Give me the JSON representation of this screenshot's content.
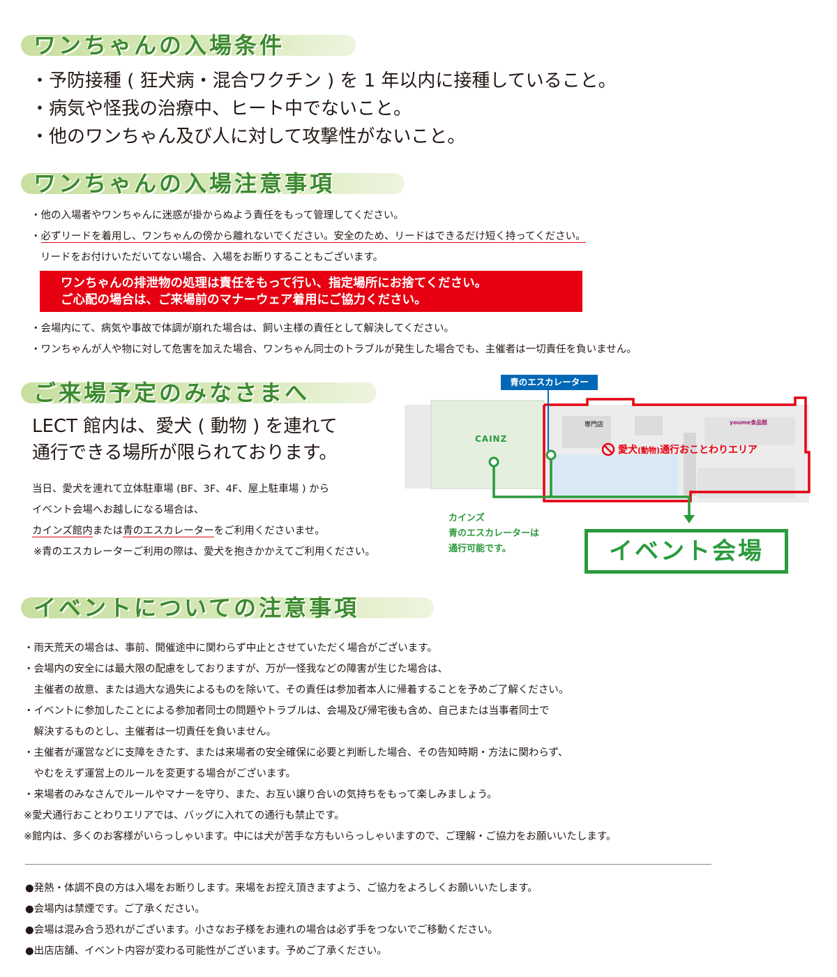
{
  "section1": {
    "heading": "ワンちゃんの入場条件",
    "items": [
      "・予防接種 ( 狂犬病・混合ワクチン ) を 1 年以内に接種していること。",
      "・病気や怪我の治療中、ヒート中でないこと。",
      "・他のワンちゃん及び人に対して攻撃性がないこと。"
    ]
  },
  "section2": {
    "heading": "ワンちゃんの入場注意事項",
    "item1": "・他の入場者やワンちゃんに迷惑が掛からぬよう責任をもって管理してください。",
    "item2_prefix": "・",
    "item2_underlined": "必ずリードを着用し、ワンちゃんの傍から離れないでください。安全のため、リードはできるだけ短く持ってください。",
    "item2_cont": "リードをお付けいただいてない場合、入場をお断りすることもございます。",
    "warning_line1": "ワンちゃんの排泄物の処理は責任をもって行い、指定場所にお捨てください。",
    "warning_line2": "ご心配の場合は、ご来場前のマナーウェア着用にご協力ください。",
    "item3": "・会場内にて、病気や事故で体調が崩れた場合は、飼い主様の責任として解決してください。",
    "item4": "・ワンちゃんが人や物に対して危害を加えた場合、ワンちゃん同士のトラブルが発生した場合でも、主催者は一切責任を負いません。"
  },
  "section3": {
    "heading": "ご来場予定のみなさまへ",
    "lead_line1": "LECT 館内は、愛犬 ( 動物 ) を連れて",
    "lead_line2": "通行できる場所が限られております。",
    "body_line1": "当日、愛犬を連れて立体駐車場 (BF、3F、4F、屋上駐車場 ) から",
    "body_line2": "イベント会場へお越しになる場合は、",
    "body_line3_u1": "カインズ館内",
    "body_line3_mid": "または",
    "body_line3_u2": "青のエスカレーター",
    "body_line3_end": "をご利用くださいませ。",
    "body_line4": "※青のエスカレーターご利用の際は、愛犬を抱きかかえてご利用ください。"
  },
  "map": {
    "blue_escalator_tag": "青のエスカレーター",
    "cainz_logo": "CAINZ",
    "specialty_store": "専門店",
    "youme_logo": "youme食品館",
    "no_dog_area": "愛犬",
    "no_dog_area_paren": "(動物)",
    "no_dog_area_tail": "通行おことわりエリア",
    "note_line1": "カインズ",
    "note_line2": "青のエスカレーターは",
    "note_line3": "通行可能です。",
    "event_venue": "イベント会場",
    "colors": {
      "green": "#2a9a3c",
      "red": "#e60012",
      "blue": "#0068b7"
    }
  },
  "section4": {
    "heading": "イベントについての注意事項",
    "lines": [
      "・雨天荒天の場合は、事前、開催途中に関わらず中止とさせていただく場合がございます。",
      "・会場内の安全には最大限の配慮をしておりますが、万が一怪我などの障害が生じた場合は、",
      "　主催者の故意、または過大な過失によるものを除いて、その責任は参加者本人に帰着することを予めご了解ください。",
      "・イベントに参加したことによる参加者同士の問題やトラブルは、会場及び帰宅後も含め、自己または当事者同士で",
      "　解決するものとし、主催者は一切責任を負いません。",
      "・主催者が運営などに支障をきたす、または来場者の安全確保に必要と判断した場合、その告知時期・方法に関わらず、",
      "　やむをえず運営上のルールを変更する場合がございます。",
      "・来場者のみなさんでルールやマナーを守り、また、お互い譲り合いの気持ちをもって楽しみましょう。",
      "※愛犬通行おことわりエリアでは、バッグに入れての通行も禁止です。",
      "※館内は、多くのお客様がいらっしゃいます。中には犬が苦手な方もいらっしゃいますので、ご理解・ご協力をお願いいたします。"
    ]
  },
  "notes": [
    "●発熱・体調不良の方は入場をお断りします。来場をお控え頂きますよう、ご協力をよろしくお願いいたします。",
    "●会場内は禁煙です。ご了承ください。",
    "●会場は混み合う恐れがございます。小さなお子様をお連れの場合は必ず手をつないでご移動ください。",
    "●出店店舗、イベント内容が変わる可能性がございます。予めご了承ください。"
  ]
}
